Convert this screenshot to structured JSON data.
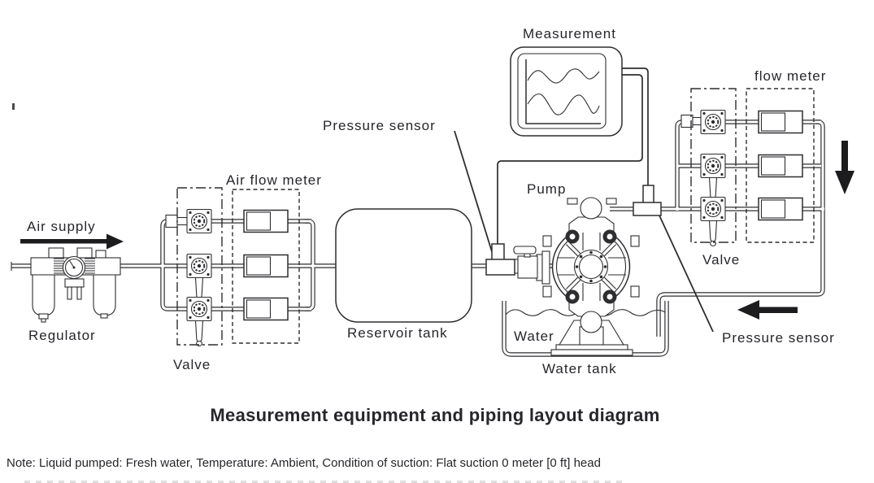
{
  "page": {
    "title": "Measurement equipment and piping layout diagram",
    "note": "Note: Liquid pumped: Fresh water, Temperature: Ambient, Condition of suction: Flat suction 0 meter [0 ft] head"
  },
  "labels": {
    "air_supply": "Air supply",
    "regulator": "Regulator",
    "valve_left": "Valve",
    "air_flow_meter": "Air flow meter",
    "pressure_sensor_left": "Pressure sensor",
    "reservoir_tank": "Reservoir tank",
    "measurement": "Measurement",
    "pump": "Pump",
    "water": "Water",
    "water_tank": "Water tank",
    "flow_meter_right": "flow meter",
    "valve_right": "Valve",
    "pressure_sensor_right": "Pressure sensor"
  },
  "colors": {
    "line": "#2e2e31",
    "text": "#26262b",
    "arrow": "#1c1c1e",
    "background": "#ffffff"
  }
}
